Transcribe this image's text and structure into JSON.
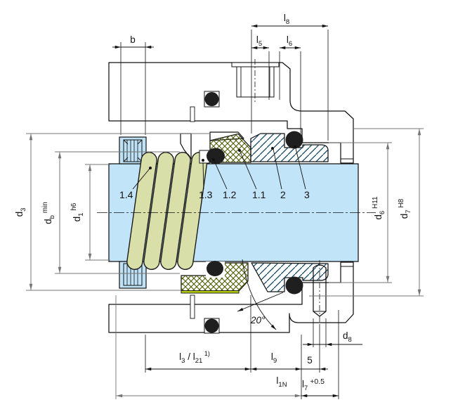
{
  "drawing": {
    "title": "mechanical-seal cross-section drawing",
    "parts": {
      "p14": "1.4",
      "p13": "1.3",
      "p12": "1.2",
      "p11": "1.1",
      "p2": "2",
      "p3": "3"
    },
    "dims": {
      "b": "b",
      "l8": {
        "p": "l",
        "s": "8"
      },
      "l5": {
        "p": "l",
        "s": "5"
      },
      "l6": {
        "p": "l",
        "s": "6"
      },
      "l3l21": {
        "p1": "l",
        "s1": "3",
        "p2": " / l",
        "s2": "21",
        "sup": " 1)"
      },
      "l9": {
        "p": "l",
        "s": "9"
      },
      "n5": "5",
      "l7": {
        "p": "l",
        "s": "7",
        "sup": " +0.5"
      },
      "l1n": {
        "p": "l",
        "s": "1N"
      },
      "d8": {
        "p": "d",
        "s": "8"
      },
      "d3": {
        "p": "d",
        "s": "3"
      },
      "db": {
        "p": "d",
        "s": "b",
        "sup": " min"
      },
      "d1": {
        "p": "d",
        "s": "1",
        "sup": " h6"
      },
      "d6": {
        "p": "d",
        "s": "6",
        "sup": " H11"
      },
      "d7": {
        "p": "d",
        "s": "7",
        "sup": " H8"
      },
      "angle": "20°"
    },
    "colors": {
      "housing": "#d2e8df",
      "shaft": "#c2e4f8",
      "seat": "#29a8e0",
      "seal_face": "#b5cc0f",
      "spring": "#d8dfa8",
      "elastomer": "#1f1f1f"
    }
  }
}
